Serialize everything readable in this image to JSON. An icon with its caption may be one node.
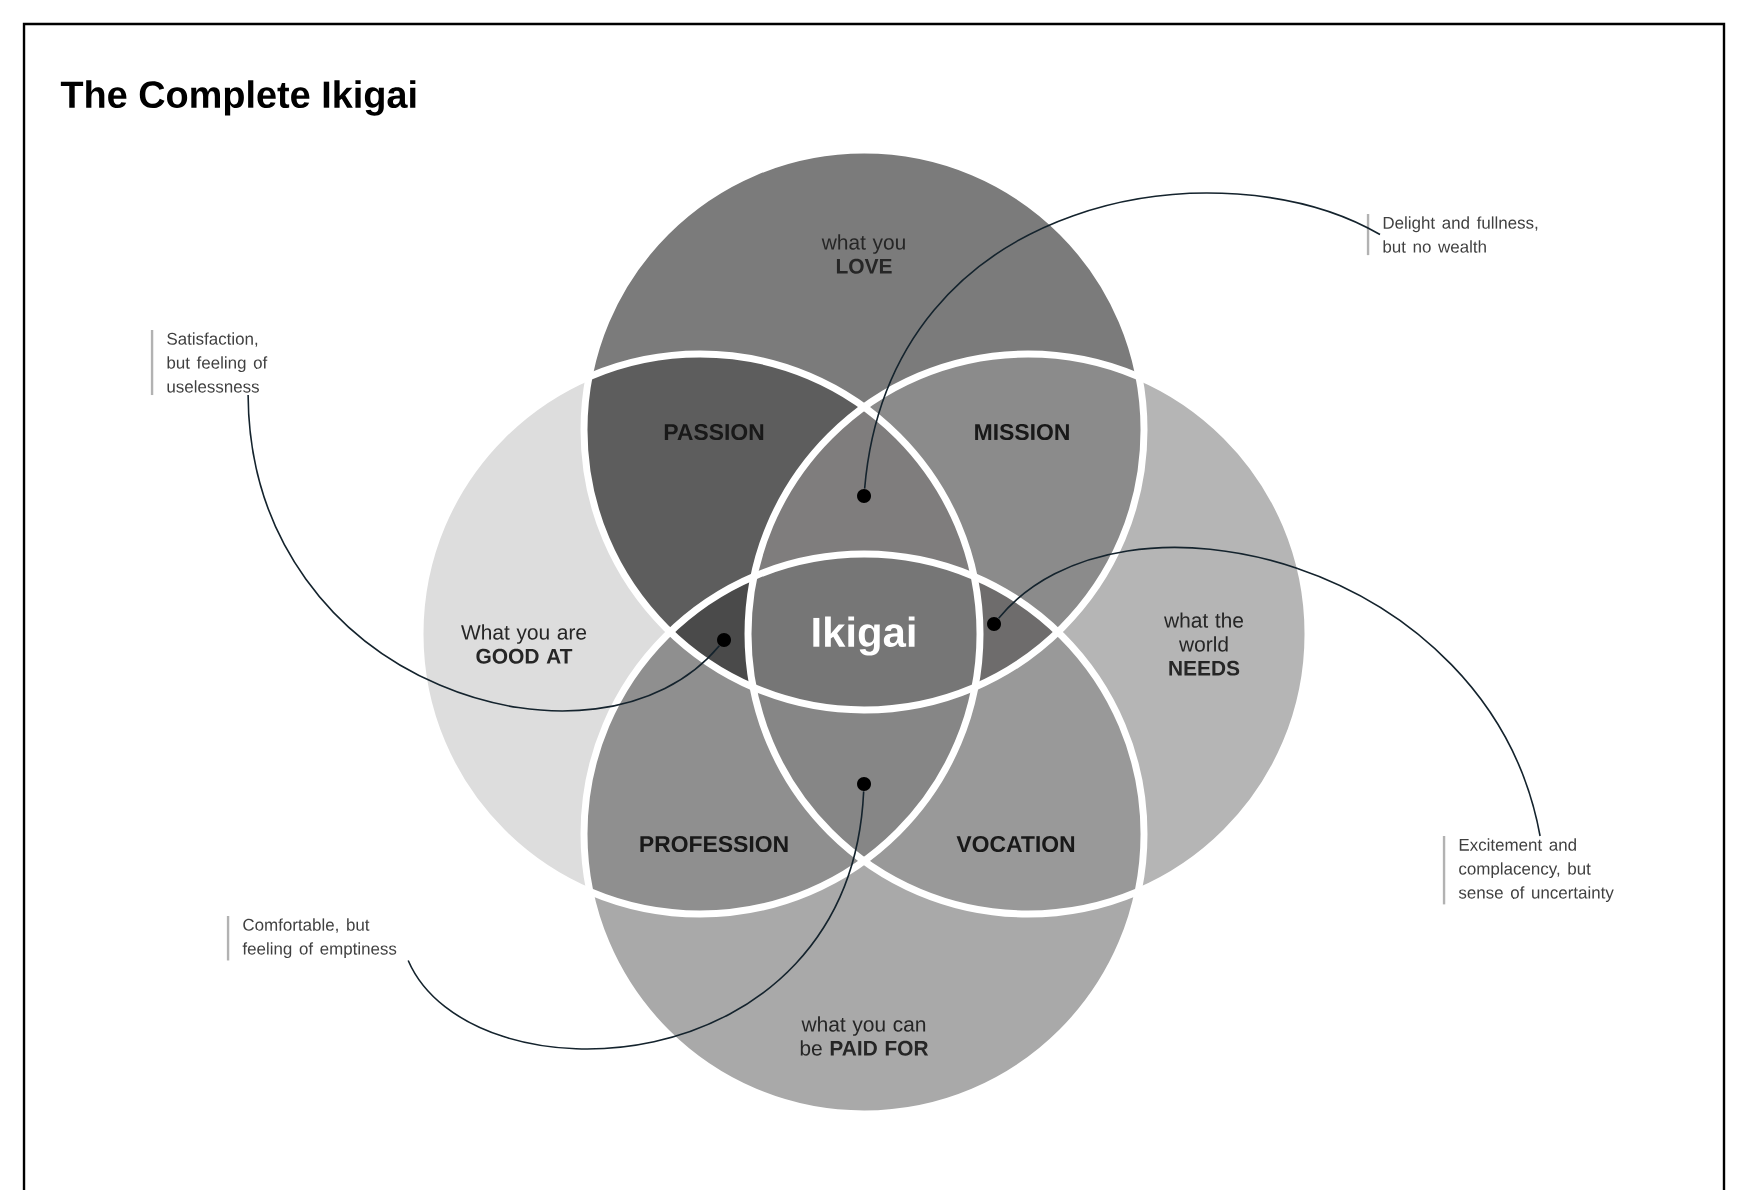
{
  "diagram": {
    "title": "The Complete Ikigai",
    "nodes": [
      {
        "text": [
          "what you **LOVE**"
        ]
      },
      {
        "text": [
          "What you are **GOOD AT**"
        ]
      },
      {
        "text": [
          "what the world **NEEDS**"
        ]
      },
      {
        "text": [
          "what you can be **PAID FOR**"
        ]
      },
      {
        "text": [
          "PASSION"
        ]
      },
      {
        "text": [
          "MISSION"
        ]
      },
      {
        "text": [
          "PROFESSION"
        ]
      },
      {
        "text": [
          "VOCATION"
        ]
      },
      {
        "text": [
          "Ikigai"
        ]
      },
      {
        "text": [
          "Delight and fullness, but no wealth"
        ]
      },
      {
        "text": [
          "Satisfaction, but feeling of uselessness"
        ]
      },
      {
        "text": [
          "Excitement and complacency, but sense of uncertainty"
        ]
      },
      {
        "text": [
          "Comfortable, but feeling of emptiness"
        ]
      },
      {
        "text": [],
        "shape": "circle"
      },
      {
        "text": [],
        "shape": "circle"
      },
      {
        "text": [],
        "shape": "circle"
      },
      {
        "text": [],
        "shape": "circle"
      }
    ],
    "edges": [
      {
        "from": 9,
        "to": 13,
        "arrow": "none"
      },
      {
        "from": 10,
        "to": 14,
        "arrow": "none"
      },
      {
        "from": 11,
        "to": 15,
        "arrow": "none"
      },
      {
        "from": 12,
        "to": 16,
        "arrow": "none"
      }
    ]
  }
}
